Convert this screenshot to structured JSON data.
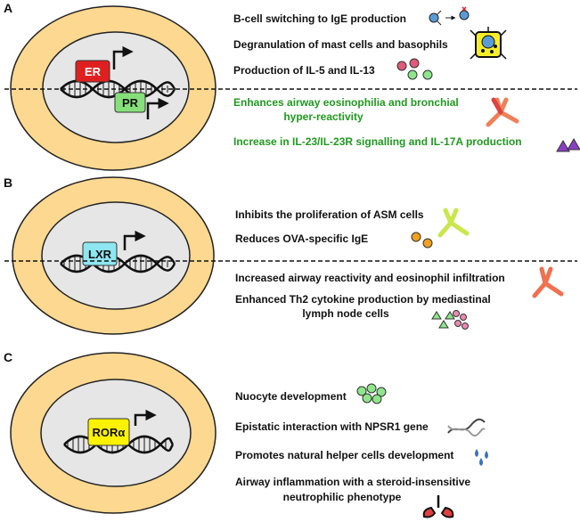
{
  "panels": [
    {
      "letter": "A",
      "factors": [
        "ER",
        "PR"
      ],
      "effects": [
        "B-cell switching to IgE production",
        "Degranulation of mast cells and basophils",
        "Production of IL-5 and IL-13",
        "Enhances airway eosinophilia and bronchial",
        "hyper-reactivity",
        "Increase in IL-23/IL-23R signalling and IL-17A production"
      ]
    },
    {
      "letter": "B",
      "factors": [
        "LXR"
      ],
      "effects": [
        "Inhibits the proliferation of ASM cells",
        "Reduces OVA-specific IgE",
        "Increased airway reactivity and eosinophil infiltration",
        "Enhanced Th2 cytokine production by mediastinal",
        "lymph node cells"
      ]
    },
    {
      "letter": "C",
      "factors": [
        "RORα"
      ],
      "effects": [
        "Nuocyte development",
        "Epistatic interaction with NPSR1 gene",
        "Promotes natural helper cells development",
        "Airway inflammation with a steroid-insensitive",
        "neutrophilic phenotype"
      ]
    }
  ],
  "colors": {
    "cell_outer": "#fcd890",
    "nucleus": "#e6e6e6",
    "er_box": "#e02020",
    "pr_box": "#86e07a",
    "lxr_box": "#8ee6f0",
    "ror_box": "#fff200",
    "highlight_text": "#1f9a1f"
  },
  "icons": [
    "b-cell-icon",
    "mast-cell-icon",
    "cytokine-dots-icon",
    "antibody-icon",
    "triangle-icon",
    "hexagon-icon",
    "dna-icon",
    "droplet-icon",
    "lungs-icon"
  ]
}
